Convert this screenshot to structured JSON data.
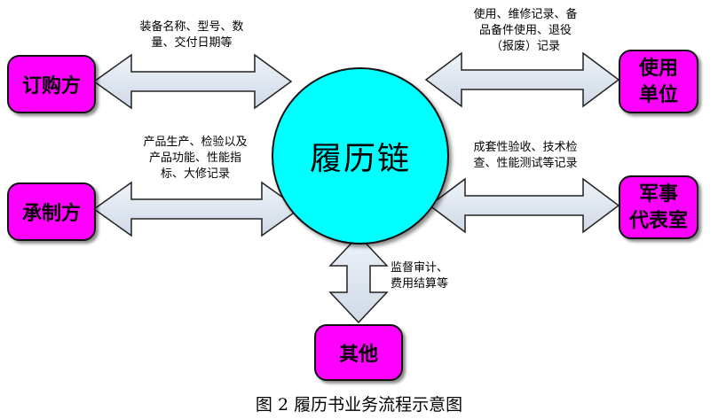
{
  "center": {
    "label": "履历链"
  },
  "nodes": {
    "purchaser": "订购方",
    "manufacturer": "承制方",
    "user_line1": "使用",
    "user_line2": "单位",
    "military_line1": "军事",
    "military_line2": "代表室",
    "other": "其他"
  },
  "labels": {
    "purchaser_flow": "装备名称、型号、数\n量、交付日期等",
    "manufacturer_flow": "产品生产、检验以及\n产品功能、性能指\n标、大修记录",
    "user_flow": "使用、维修记录、备\n品备件使用、退役\n（报废）记录",
    "military_flow": "成套性验收、技术检\n查、性能测试等记录",
    "other_flow": "监督审计、\n费用结算等"
  },
  "caption": "图 2  履历书业务流程示意图",
  "colors": {
    "node_fill": "#ff00ff",
    "center_fill": "#00ffff",
    "arrow_fill": "#dde6f0"
  }
}
